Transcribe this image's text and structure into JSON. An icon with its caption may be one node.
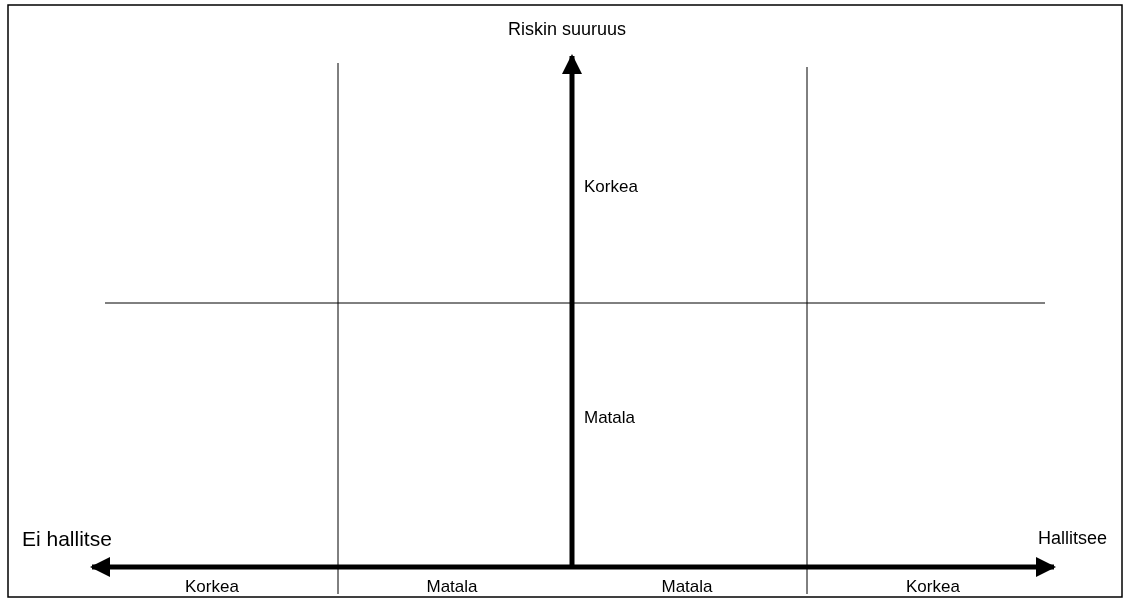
{
  "diagram": {
    "labels": [
      "Riskin suuruus",
      "Korkea",
      "Matala",
      "Ei hallitse",
      "Hallitsee",
      "Korkea",
      "Matala",
      "Matala",
      "Korkea"
    ]
  }
}
